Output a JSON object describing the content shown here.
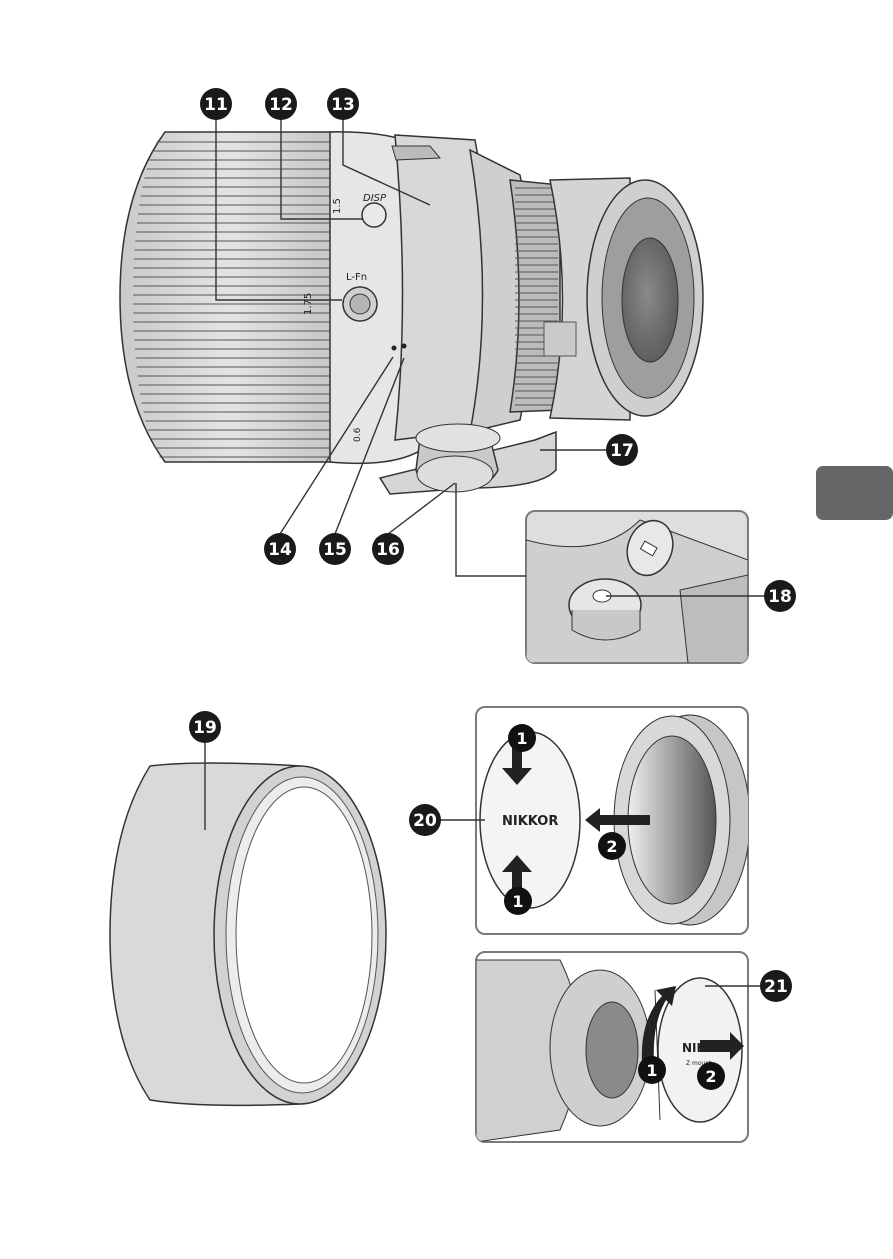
{
  "callouts": [
    "11",
    "12",
    "13",
    "14",
    "15",
    "16",
    "17",
    "18",
    "19",
    "20",
    "21"
  ],
  "lens_marks": {
    "disp": "DISP",
    "lfn": "L-Fn",
    "dist_1": "1.5",
    "dist_2": "1.75",
    "dist_3": "0.6",
    "cap_brand": "NIKKOR",
    "rear_cap_brand": "NIKK",
    "rear_cap_mount": "Z mount"
  },
  "steps": [
    "1",
    "2",
    "1",
    "2",
    "1"
  ],
  "tab_color": "#666666"
}
